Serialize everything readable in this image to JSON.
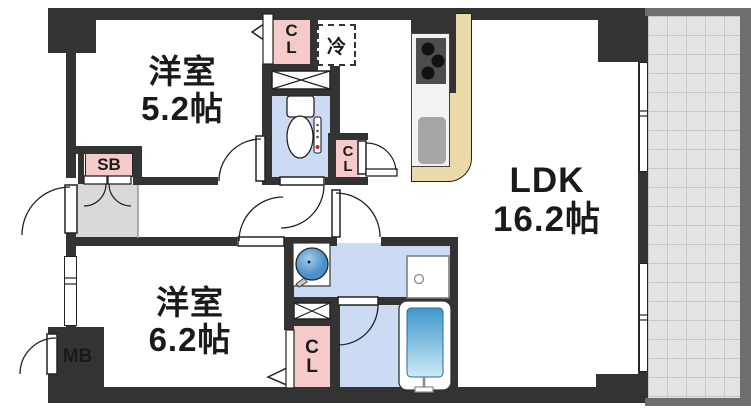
{
  "rooms": {
    "bedroom1": {
      "name": "洋室",
      "size": "5.2帖"
    },
    "bedroom2": {
      "name": "洋室",
      "size": "6.2帖"
    },
    "ldk": {
      "name": "LDK",
      "size": "16.2帖"
    }
  },
  "fixtures": {
    "closet_top": "CL",
    "closet_hall": "CL",
    "closet_bottom": "CL",
    "shoe_box": "SB",
    "meter_box": "MB",
    "refrigerator": "冷"
  },
  "colors": {
    "wall": "#333333",
    "accent_pink": "#f6caca",
    "water_blue": "#ccdaf3",
    "genkan_gray": "#d9d9d9",
    "counter_beige": "#ecd9a9",
    "balcony_tile": "#e3e3e3",
    "balcony_line": "#c7c7c7",
    "balcony_wall": "#6e6e6e",
    "tub_blue_top": "#3f97cc",
    "tub_blue_bottom": "#cdeaf6"
  }
}
